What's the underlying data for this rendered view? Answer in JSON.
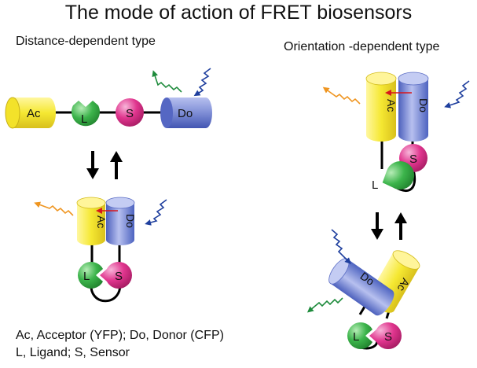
{
  "title": "The mode of action of FRET biosensors",
  "panels": {
    "left_heading": "Distance-dependent type",
    "right_heading": "Orientation -dependent type"
  },
  "labels": {
    "acceptor": "Ac",
    "donor": "Do",
    "ligand": "L",
    "sensor": "S"
  },
  "legend": {
    "line1": "Ac, Acceptor (YFP); Do, Donor (CFP)",
    "line2": "L, Ligand; S, Sensor"
  },
  "colors": {
    "acceptor": "#f5e832",
    "acceptor_dark": "#d9c21a",
    "donor": "#7f8ed6",
    "donor_dark": "#3f56b6",
    "ligand": "#3cb44b",
    "sensor": "#e0358e",
    "arrow_red": "#d8161b",
    "wave_blue": "#1f3f9e",
    "wave_green": "#1e8b3c",
    "wave_orange": "#ef9520"
  }
}
